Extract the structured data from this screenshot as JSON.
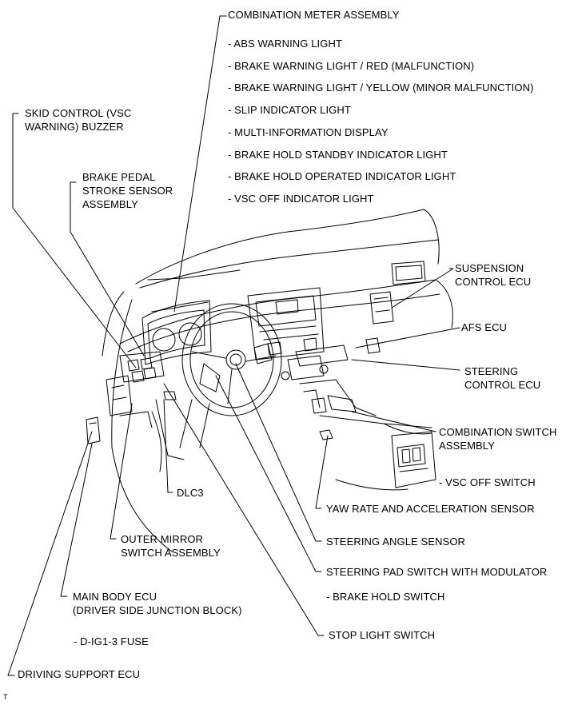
{
  "labels": {
    "combination_meter": {
      "title": "COMBINATION METER ASSEMBLY",
      "items": [
        "- ABS WARNING LIGHT",
        "- BRAKE WARNING LIGHT / RED (MALFUNCTION)",
        "- BRAKE WARNING LIGHT / YELLOW (MINOR MALFUNCTION)",
        "- SLIP INDICATOR LIGHT",
        "- MULTI-INFORMATION DISPLAY",
        "- BRAKE HOLD STANDBY INDICATOR LIGHT",
        "- BRAKE HOLD OPERATED INDICATOR LIGHT",
        "- VSC OFF INDICATOR LIGHT"
      ]
    },
    "skid_control_buzzer": [
      "SKID CONTROL (VSC",
      "WARNING) BUZZER"
    ],
    "brake_pedal_sensor": [
      "BRAKE PEDAL",
      "STROKE SENSOR",
      "ASSEMBLY"
    ],
    "suspension_ecu": [
      "SUSPENSION",
      "CONTROL ECU"
    ],
    "afs_ecu": "AFS ECU",
    "steering_control_ecu": [
      "STEERING",
      "CONTROL ECU"
    ],
    "combination_switch": [
      "COMBINATION SWITCH",
      "ASSEMBLY"
    ],
    "vsc_off_switch": "- VSC OFF SWITCH",
    "yaw_rate_sensor": "YAW RATE AND ACCELERATION SENSOR",
    "dlc3": "DLC3",
    "steering_angle_sensor": "STEERING ANGLE SENSOR",
    "outer_mirror_switch": [
      "OUTER MIRROR",
      "SWITCH ASSEMBLY"
    ],
    "steering_pad_switch": "STEERING PAD SWITCH WITH MODULATOR",
    "brake_hold_switch": "- BRAKE HOLD SWITCH",
    "main_body_ecu": [
      "MAIN BODY ECU",
      "(DRIVER SIDE JUNCTION BLOCK)"
    ],
    "stop_light_switch": "STOP LIGHT SWITCH",
    "fuse": "- D-IG1-3 FUSE",
    "driving_support_ecu": "DRIVING SUPPORT ECU",
    "corner_mark": "T"
  }
}
